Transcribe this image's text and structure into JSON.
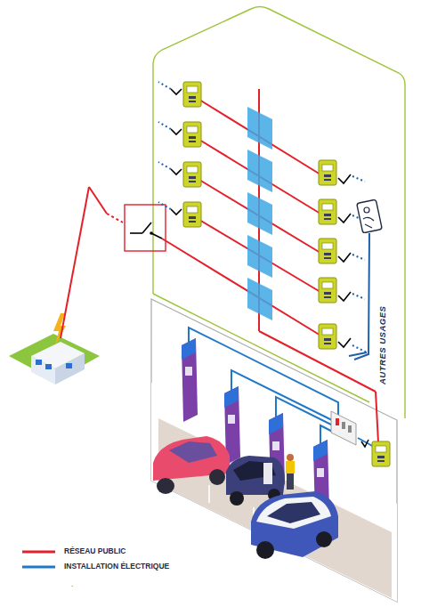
{
  "diagram": {
    "labels": [
      "AUTRES USAGES",
      "."
    ],
    "legend": [
      {
        "text": "RÉSEAU PUBLIC",
        "color": "#e3212b"
      },
      {
        "text": "INSTALLATION ÉLECTRIQUE",
        "color": "#1f78c8"
      }
    ]
  }
}
